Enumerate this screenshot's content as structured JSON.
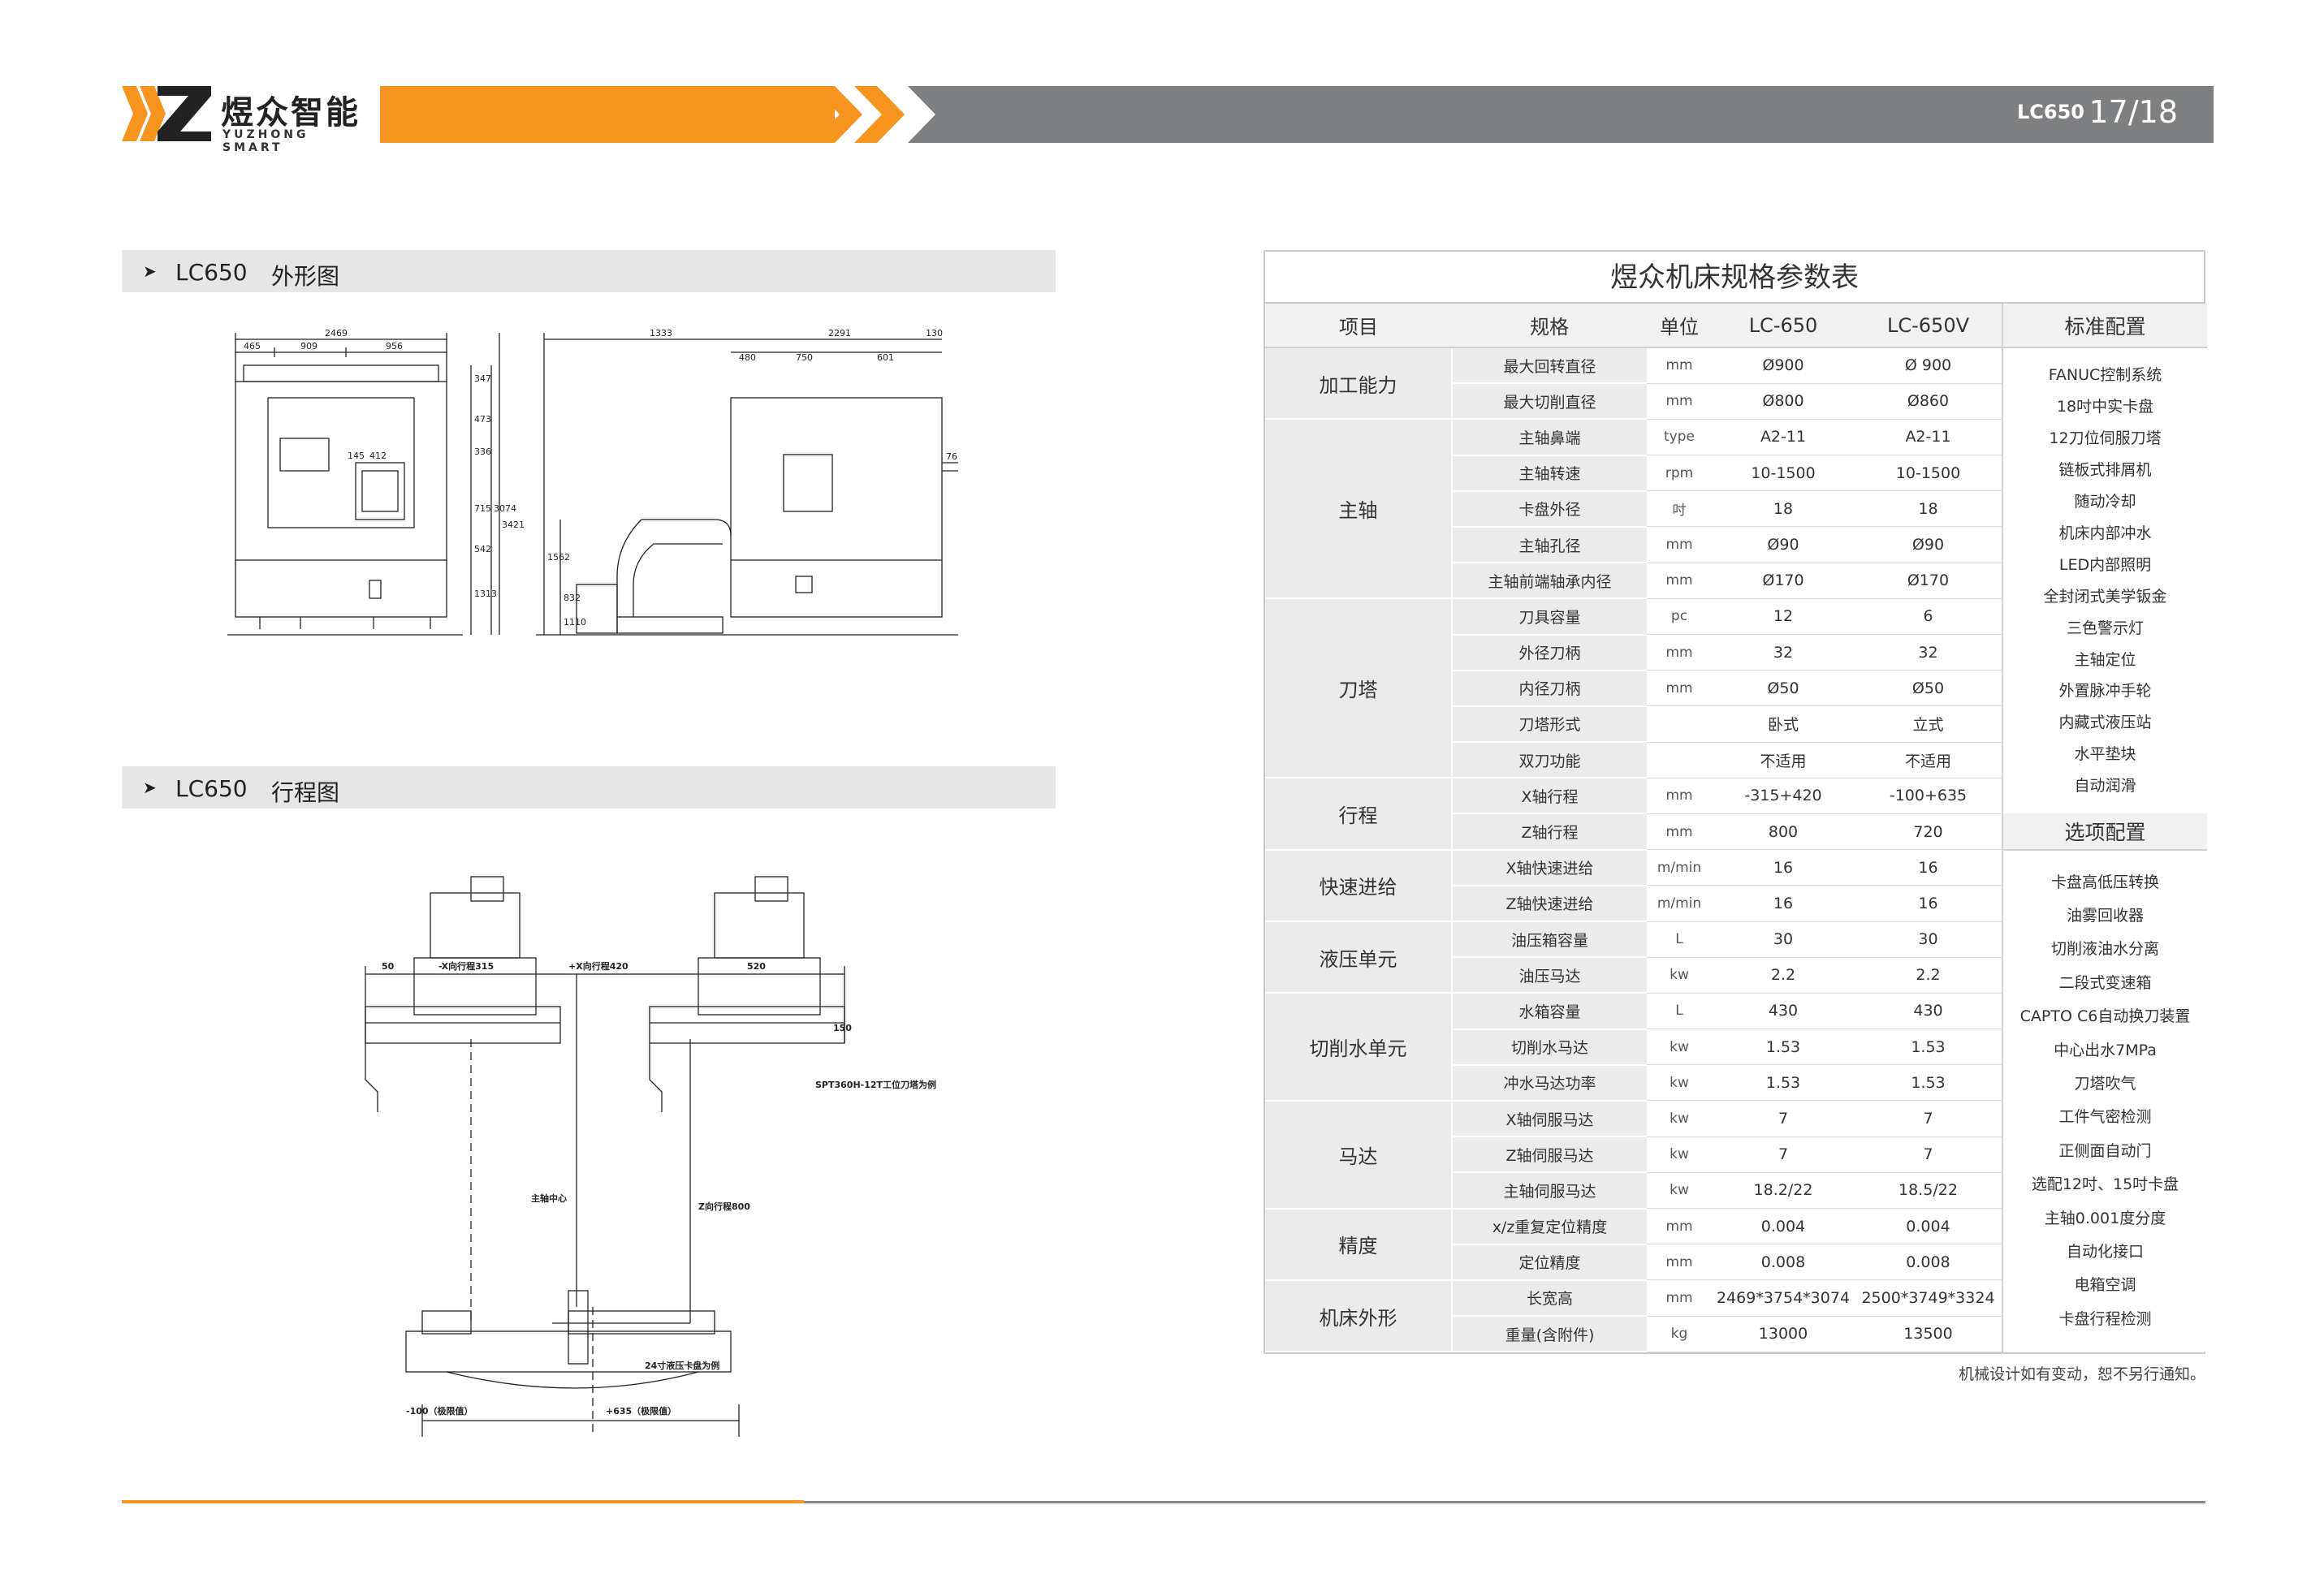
{
  "header": {
    "brand": "煜众智能",
    "brand_sub": "YUZHONG SMART",
    "model": "LC650",
    "page": "17/18",
    "colors": {
      "orange": "#f6941d",
      "gray": "#7e7f81"
    }
  },
  "sections": [
    {
      "arrow": "➤",
      "model": "LC650",
      "title": "外形图"
    },
    {
      "arrow": "➤",
      "model": "LC650",
      "title": "行程图"
    }
  ],
  "outline_drawing": {
    "front_dims": [
      "2469",
      "465",
      "909",
      "956",
      "412",
      "145",
      "347",
      "473",
      "336",
      "715",
      "542",
      "1313",
      "3074",
      "3421"
    ],
    "side_dims": [
      "1333",
      "2291",
      "130",
      "480",
      "750",
      "601",
      "76",
      "1562",
      "832",
      "1110"
    ]
  },
  "travel_drawing": {
    "labels": {
      "x_minus": "-X向行程315",
      "x_plus": "+X向行程420",
      "dim_50": "50",
      "dim_520": "520",
      "dim_150": "150",
      "turret": "SPT360H-12T工位刀塔为例",
      "spindle": "主轴中心",
      "z_travel": "Z向行程800",
      "chuck": "24寸液压卡盘为例",
      "left_limit": "-100（极限值）",
      "right_limit": "+635（极限值）"
    }
  },
  "spec_table": {
    "title": "煜众机床规格参数表",
    "headers": {
      "item": "项目",
      "spec": "规格",
      "unit": "单位",
      "m1": "LC-650",
      "m2": "LC-650V",
      "std": "标准配置"
    },
    "groups": [
      {
        "name": "加工能力",
        "rows": [
          {
            "spec": "最大回转直径",
            "unit": "mm",
            "m1": "Ø900",
            "m2": "Ø 900"
          },
          {
            "spec": "最大切削直径",
            "unit": "mm",
            "m1": "Ø800",
            "m2": "Ø860"
          }
        ]
      },
      {
        "name": "主轴",
        "rows": [
          {
            "spec": "主轴鼻端",
            "unit": "type",
            "m1": "A2-11",
            "m2": "A2-11"
          },
          {
            "spec": "主轴转速",
            "unit": "rpm",
            "m1": "10-1500",
            "m2": "10-1500"
          },
          {
            "spec": "卡盘外径",
            "unit": "吋",
            "m1": "18",
            "m2": "18"
          },
          {
            "spec": "主轴孔径",
            "unit": "mm",
            "m1": "Ø90",
            "m2": "Ø90"
          },
          {
            "spec": "主轴前端轴承内径",
            "unit": "mm",
            "m1": "Ø170",
            "m2": "Ø170"
          }
        ]
      },
      {
        "name": "刀塔",
        "rows": [
          {
            "spec": "刀具容量",
            "unit": "pc",
            "m1": "12",
            "m2": "6"
          },
          {
            "spec": "外径刀柄",
            "unit": "mm",
            "m1": "32",
            "m2": "32"
          },
          {
            "spec": "内径刀柄",
            "unit": "mm",
            "m1": "Ø50",
            "m2": "Ø50"
          },
          {
            "spec": "刀塔形式",
            "unit": "",
            "m1": "卧式",
            "m2": "立式"
          },
          {
            "spec": "双刀功能",
            "unit": "",
            "m1": "不适用",
            "m2": "不适用"
          }
        ]
      },
      {
        "name": "行程",
        "rows": [
          {
            "spec": "X轴行程",
            "unit": "mm",
            "m1": "-315+420",
            "m2": "-100+635"
          },
          {
            "spec": "Z轴行程",
            "unit": "mm",
            "m1": "800",
            "m2": "720"
          }
        ]
      },
      {
        "name": "快速进给",
        "rows": [
          {
            "spec": "X轴快速进给",
            "unit": "m/min",
            "m1": "16",
            "m2": "16"
          },
          {
            "spec": "Z轴快速进给",
            "unit": "m/min",
            "m1": "16",
            "m2": "16"
          }
        ]
      },
      {
        "name": "液压单元",
        "rows": [
          {
            "spec": "油压箱容量",
            "unit": "L",
            "m1": "30",
            "m2": "30"
          },
          {
            "spec": "油压马达",
            "unit": "kw",
            "m1": "2.2",
            "m2": "2.2"
          }
        ]
      },
      {
        "name": "切削水单元",
        "rows": [
          {
            "spec": "水箱容量",
            "unit": "L",
            "m1": "430",
            "m2": "430"
          },
          {
            "spec": "切削水马达",
            "unit": "kw",
            "m1": "1.53",
            "m2": "1.53"
          },
          {
            "spec": "冲水马达功率",
            "unit": "kw",
            "m1": "1.53",
            "m2": "1.53"
          }
        ]
      },
      {
        "name": "马达",
        "rows": [
          {
            "spec": "X轴伺服马达",
            "unit": "kw",
            "m1": "7",
            "m2": "7"
          },
          {
            "spec": "Z轴伺服马达",
            "unit": "kw",
            "m1": "7",
            "m2": "7"
          },
          {
            "spec": "主轴伺服马达",
            "unit": "kw",
            "m1": "18.2/22",
            "m2": "18.5/22"
          }
        ]
      },
      {
        "name": "精度",
        "rows": [
          {
            "spec": "x/z重复定位精度",
            "unit": "mm",
            "m1": "0.004",
            "m2": "0.004"
          },
          {
            "spec": "定位精度",
            "unit": "mm",
            "m1": "0.008",
            "m2": "0.008"
          }
        ]
      },
      {
        "name": "机床外形",
        "rows": [
          {
            "spec": "长宽高",
            "unit": "mm",
            "m1": "2469*3754*3074",
            "m2": "2500*3749*3324"
          },
          {
            "spec": "重量(含附件)",
            "unit": "kg",
            "m1": "13000",
            "m2": "13500"
          }
        ]
      }
    ],
    "standard_config": [
      "FANUC控制系统",
      "18吋中实卡盘",
      "12刀位伺服刀塔",
      "链板式排屑机",
      "随动冷却",
      "机床内部冲水",
      "LED内部照明",
      "全封闭式美学钣金",
      "三色警示灯",
      "主轴定位",
      "外置脉冲手轮",
      "内藏式液压站",
      "水平垫块",
      "自动润滑"
    ],
    "option_header": "选项配置",
    "option_config": [
      "卡盘高低压转换",
      "油雾回收器",
      "切削液油水分离",
      "二段式变速箱",
      "CAPTO C6自动换刀装置",
      "中心出水7MPa",
      "刀塔吹气",
      "工件气密检测",
      "正侧面自动门",
      "选配12吋、15吋卡盘",
      "主轴0.001度分度",
      "自动化接口",
      "电箱空调",
      "卡盘行程检测"
    ]
  },
  "note": "机械设计如有变动，恕不另行通知。"
}
